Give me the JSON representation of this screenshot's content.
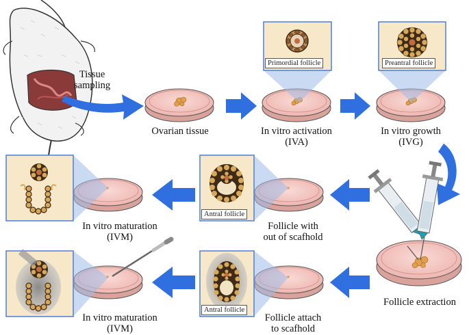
{
  "labels": {
    "tissue_sampling_1": "Tissue",
    "tissue_sampling_2": "sampling",
    "ovarian_tissue": "Ovarian tissue",
    "iva_1": "In vitro activation",
    "iva_2": "(IVA)",
    "ivg_1": "In vitro growth",
    "ivg_2": "(IVG)",
    "ivm_top_1": "In vitro maturation",
    "ivm_top_2": "(IVM)",
    "out_scaffold_1": "Follicle with",
    "out_scaffold_2": "out of scafhold",
    "follicle_extraction": "Follicle extraction",
    "ivm_bottom_1": "In vitro maturation",
    "ivm_bottom_2": "(IVM)",
    "attach_1": "Follicle attach",
    "attach_2": "to scafhold"
  },
  "insets": {
    "primordial": "Primordial follicle",
    "preantral": "Preantral follicle",
    "antral_top": "Antral follicle",
    "antral_bottom": "Antral follicle"
  },
  "colors": {
    "arrow": "#2f6fe0",
    "inset_bg": "#f6e8c8",
    "inset_border": "#4a7fd6",
    "dish_fill": "#f3c7c2",
    "tissue": "#e0a050"
  }
}
